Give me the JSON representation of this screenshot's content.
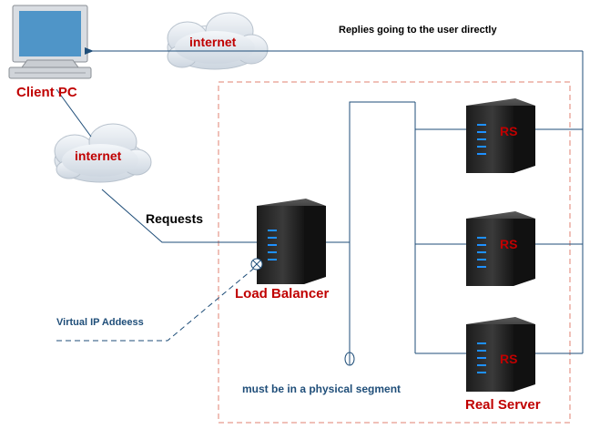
{
  "nodes": {
    "client_pc": "Client PC",
    "internet_top": "internet",
    "internet_left": "internet",
    "load_balancer": "Load Balancer",
    "rs1": "RS",
    "rs2": "RS",
    "rs3": "RS",
    "real_server": "Real Server"
  },
  "edges": {
    "replies": "Replies going to the user directly",
    "requests": "Requests"
  },
  "notes": {
    "virtual_ip": "Virtual IP Addeess",
    "physical_segment": "must be in a physical segment"
  },
  "colors": {
    "label_red": "#c00000",
    "label_blue": "#1f4e79",
    "boundary": "#e08070",
    "link_line": "#1f4e79",
    "server_body": "#2b2b2b",
    "server_led": "#1e90ff",
    "cloud": "#dfe6ee"
  },
  "icons": {
    "client": "desktop-computer-icon",
    "cloud": "cloud-icon",
    "server": "server-tower-icon",
    "vip": "circle-cross-icon",
    "segment": "segment-marker-icon"
  }
}
